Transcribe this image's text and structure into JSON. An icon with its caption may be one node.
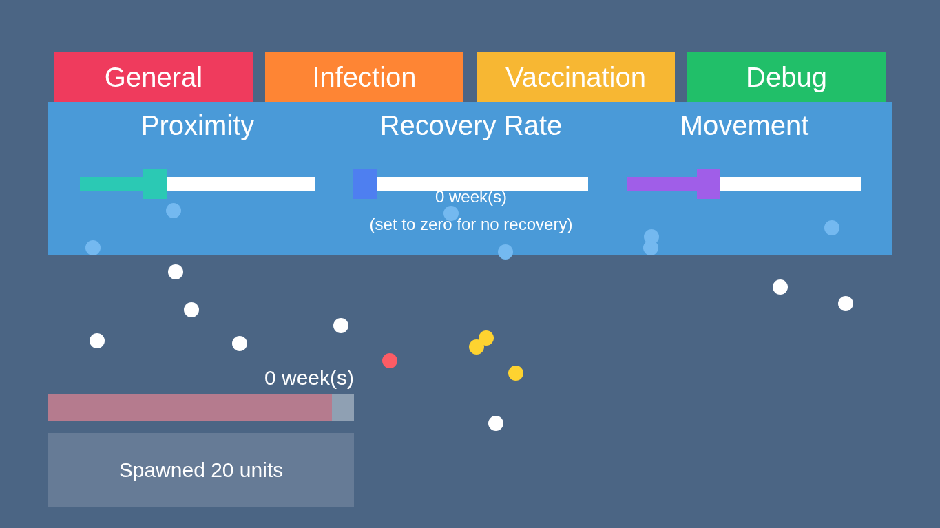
{
  "diagram": {
    "nodes": [
      {
        "text": [
          "General"
        ]
      },
      {
        "text": [
          "Infection"
        ]
      },
      {
        "text": [
          "Vaccination"
        ]
      },
      {
        "text": [
          "Debug"
        ]
      },
      {
        "text": [
          "Proximity",
          "Recovery Rate",
          "Movement",
          "0 week(s)",
          "(set to zero for no recovery)"
        ]
      },
      {
        "text": [],
        "shape": "bar",
        "beside": [
          "0 week(s)"
        ]
      },
      {
        "text": [
          "Spawned 20 units"
        ]
      }
    ]
  }
}
